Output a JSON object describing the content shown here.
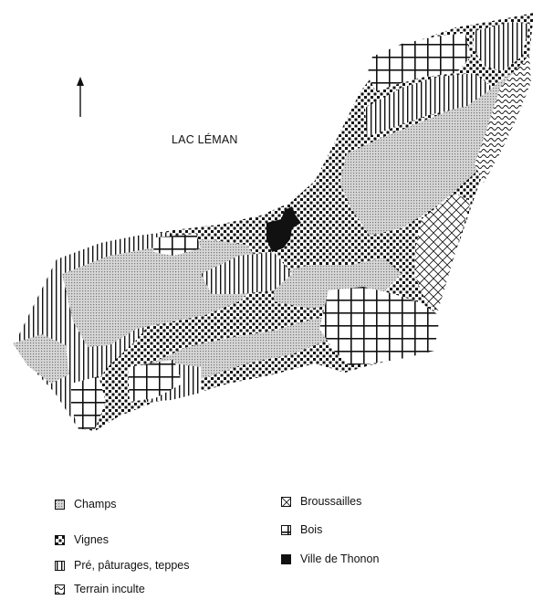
{
  "map": {
    "lake_label": "LAC LÉMAN",
    "north_arrow_icon": "north-arrow-icon"
  },
  "legend": {
    "items": [
      {
        "key": "champs",
        "label": "Champs",
        "icon": "dotted-pattern-icon"
      },
      {
        "key": "vignes",
        "label": "Vignes",
        "icon": "checker-pattern-icon"
      },
      {
        "key": "pre",
        "label": "Pré, pâturages, teppes",
        "icon": "vertical-lines-pattern-icon"
      },
      {
        "key": "terrain",
        "label": "Terrain inculte",
        "icon": "wavy-pattern-icon"
      },
      {
        "key": "broussailles",
        "label": "Broussailles",
        "icon": "crosshatch-diamond-pattern-icon"
      },
      {
        "key": "bois",
        "label": "Bois",
        "icon": "grid-pattern-icon"
      },
      {
        "key": "ville",
        "label": "Ville de Thonon",
        "icon": "solid-black-icon"
      }
    ]
  },
  "colors": {
    "ink": "#111111",
    "background": "#ffffff",
    "fields_gray": "#bdbdbd"
  }
}
